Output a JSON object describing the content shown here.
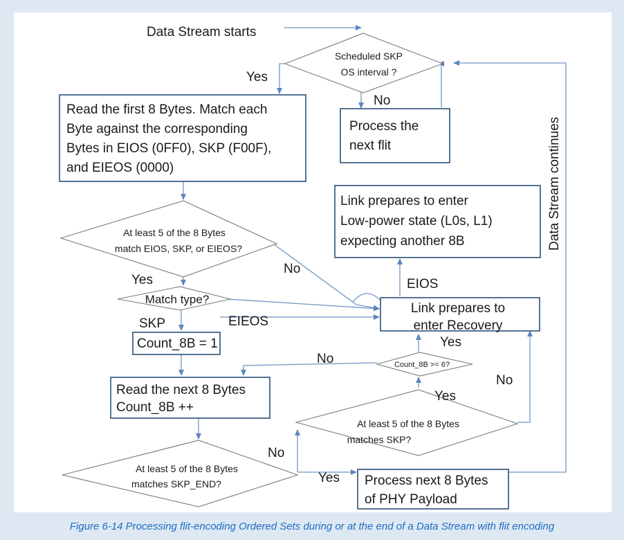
{
  "diagram": {
    "nodes": {
      "start": "Data Stream starts",
      "skp_interval": [
        "Scheduled SKP",
        "OS interval ?"
      ],
      "process_flit": [
        "Process the",
        "next flit"
      ],
      "read_first": [
        "Read the first 8 Bytes. Match each",
        "Byte against the corresponding",
        "Bytes in EIOS (0FF0), SKP (F00F),",
        "and EIEOS (0000)"
      ],
      "match_decision": [
        "At least 5 of the 8 Bytes",
        "match EIOS, SKP, or EIEOS?"
      ],
      "match_type": "Match type?",
      "count_init": "Count_8B = 1",
      "read_next": [
        "Read the next 8 Bytes",
        "Count_8B ++"
      ],
      "skp_end_decision": [
        "At least 5 of the 8 Bytes",
        "matches SKP_END?"
      ],
      "process_next": [
        "Process next 8 Bytes",
        "of PHY Payload"
      ],
      "skp_decision": [
        "At least 5 of the 8 Bytes",
        "matches SKP?"
      ],
      "count_decision": "Count_8B >= 6?",
      "recovery": [
        "Link prepares to",
        "enter Recovery"
      ],
      "low_power": [
        "Link prepares to enter",
        "Low-power state (L0s, L1)",
        "expecting another 8B"
      ]
    },
    "labels": {
      "yes": "Yes",
      "no": "No",
      "skp": "SKP",
      "eieos": "EIEOS",
      "eios": "EIOS",
      "continues": "Data Stream continues"
    }
  },
  "caption": "Figure 6-14 Processing flit-encoding Ordered Sets during or at the end of a Data Stream with flit encoding"
}
